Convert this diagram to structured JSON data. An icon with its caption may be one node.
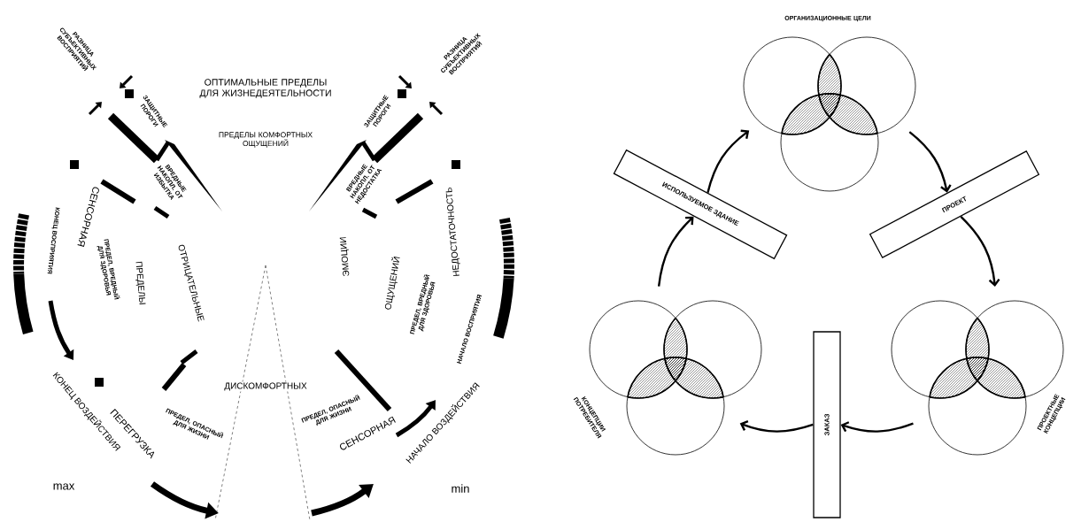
{
  "diagram": {
    "nodes": [
      {
        "text": [
          "ОРГАНИЗАЦИОННЫЕ ЦЕЛИ"
        ]
      },
      {
        "text": [
          "ПРОЕКТ"
        ]
      },
      {
        "text": [
          "ПРОЕКТНЫЕ КОНЦЕПЦИИ"
        ]
      },
      {
        "text": [
          "ЗАКАЗ"
        ]
      },
      {
        "text": [
          "КОНЦЕПЦИИ ПОТРЕБИТЕЛЯ"
        ]
      },
      {
        "text": [
          "ИСПОЛЬЗУЕМОЕ ЗДАНИЕ"
        ]
      }
    ],
    "edges": [
      {
        "from": 0,
        "to": 1,
        "arrow": "to"
      },
      {
        "from": 1,
        "to": 2,
        "arrow": "to"
      },
      {
        "from": 2,
        "to": 3,
        "arrow": "to"
      },
      {
        "from": 3,
        "to": 4,
        "arrow": "to"
      },
      {
        "from": 4,
        "to": 5,
        "arrow": "to"
      },
      {
        "from": 5,
        "to": 0,
        "arrow": "to"
      }
    ],
    "labels": [
      "РАЗНИЦА СУБЪЕКТИВНЫХ ВОСПРИЯТИЙ",
      "ОПТИМАЛЬНЫЕ ПРЕДЕЛЫ ДЛЯ ЖИЗНЕДЕЯТЕЛЬНОСТИ",
      "РАЗНИЦА СУБЪЕКТИВНЫХ ВОСПРИЯТИЙ",
      "ЗАЩИТНЫЕ ПОРОГИ",
      "ЗАЩИТНЫЕ ПОРОГИ",
      "ПРЕДЕЛЫ КОМФОРТНЫХ ОЩУЩЕНИЙ",
      "СЕНСОРНАЯ",
      "НЕДОСТАТОЧНОСТЬ",
      "ВРЕДНЫЕ НАКОПЛ. ОТ ИЗБЫТКА",
      "ВРЕДНЫЕ НАКОПЛ. ОТ НЕДОСТАТКА",
      "ОТРИЦАТЕЛЬНЫЕ",
      "ЭМОЦИИ",
      "КОНЕЦ ВОСПРИЯТИЯ",
      "ПРЕДЕЛ, ВРЕДНЫЙ ДЛЯ ЗДОРОВЬЯ",
      "ПРЕДЕЛЫ",
      "ОЩУЩЕНИЙ",
      "ПРЕДЕЛ, ВРЕДНЫЙ ДЛЯ ЗДОРОВЬЯ",
      "НАЧАЛО ВОСПРИЯТИЯ",
      "ПЕРЕГРУЗКА",
      "ДИСКОМФОРТНЫХ",
      "ПРЕДЕЛ, ОПАСНЫЙ ДЛЯ ЖИЗНИ",
      "ПРЕДЕЛ, ОПАСНЫЙ ДЛЯ ЖИЗНИ",
      "СЕНСОРНАЯ",
      "КОНЕЦ ВОЗДЕЙСТВИЯ",
      "НАЧАЛО ВОЗДЕЙСТВИЯ",
      "max",
      "min"
    ]
  }
}
